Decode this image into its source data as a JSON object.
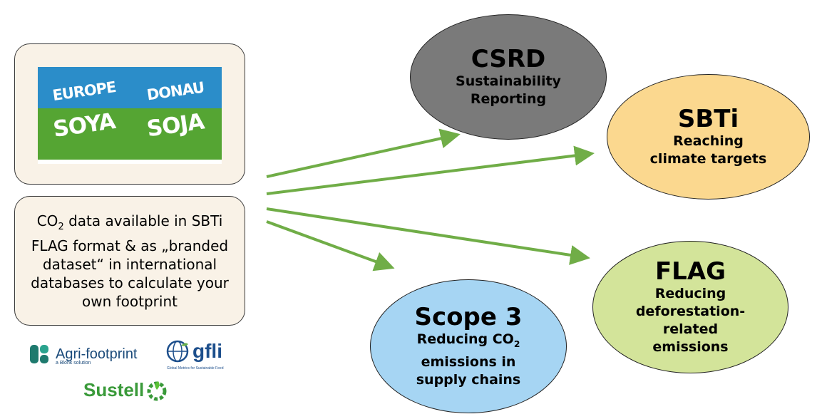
{
  "logos": {
    "europe_soya": [
      "EUROPE",
      "SOYA"
    ],
    "donau_soja": [
      "DONAU",
      "SOJA"
    ],
    "agri_footprint": {
      "name": "Agri-footprint",
      "tagline": "a Blonk solution"
    },
    "gfli": {
      "name": "gfli",
      "tagline": "Global Metrics for Sustainable Feed"
    },
    "sustell": {
      "name": "Sustell"
    }
  },
  "info_box": {
    "co": "CO",
    "sub": "2",
    "text": " data available in SBTi FLAG format & as „branded dataset“ in international databases to calculate your own footprint"
  },
  "targets": {
    "csrd": {
      "title": "CSRD",
      "line1": "Sustainability",
      "line2": "Reporting"
    },
    "sbti": {
      "title": "SBTi",
      "line1": "Reaching",
      "line2": "climate targets"
    },
    "flag": {
      "title": "FLAG",
      "line1": "Reducing",
      "line2": "deforestation-",
      "line3": "related",
      "line4": "emissions"
    },
    "scope3": {
      "title": "Scope 3",
      "line1a": "Reducing CO",
      "line1sub": "2",
      "line2": "emissions in",
      "line3": "supply chains"
    }
  },
  "colors": {
    "arrow": "#70ad47",
    "box_fill": "#f9f2e7",
    "csrd": "#7a7a7a",
    "sbti": "#fbd88f",
    "flag": "#d3e49a",
    "scope3": "#a6d5f3"
  }
}
